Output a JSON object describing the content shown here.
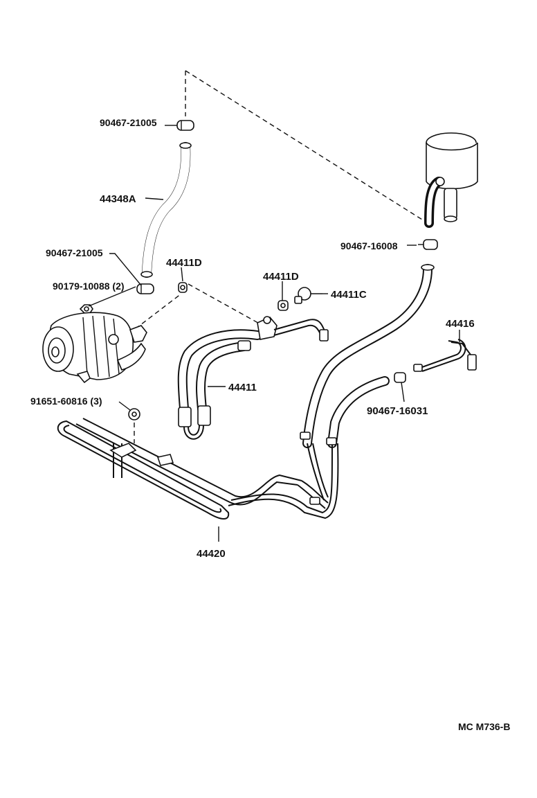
{
  "labels": {
    "hose_clamp_upper": "90467-21005",
    "return_hose": "44348A",
    "hose_clamp_lower": "90467-21005",
    "bolt_pump": "90179-10088 (2)",
    "gasket_left": "44411D",
    "gasket_right": "44411D",
    "union_bolt": "44411C",
    "hose_clamp_reservoir": "90467-16008",
    "pressure_hose": "44411",
    "pressure_tube": "44416",
    "hose_clamp_right": "90467-16031",
    "nut": "91651-60816 (3)",
    "cooler_tube": "44420"
  },
  "footer": {
    "diagram_code": "MC M736-B"
  }
}
